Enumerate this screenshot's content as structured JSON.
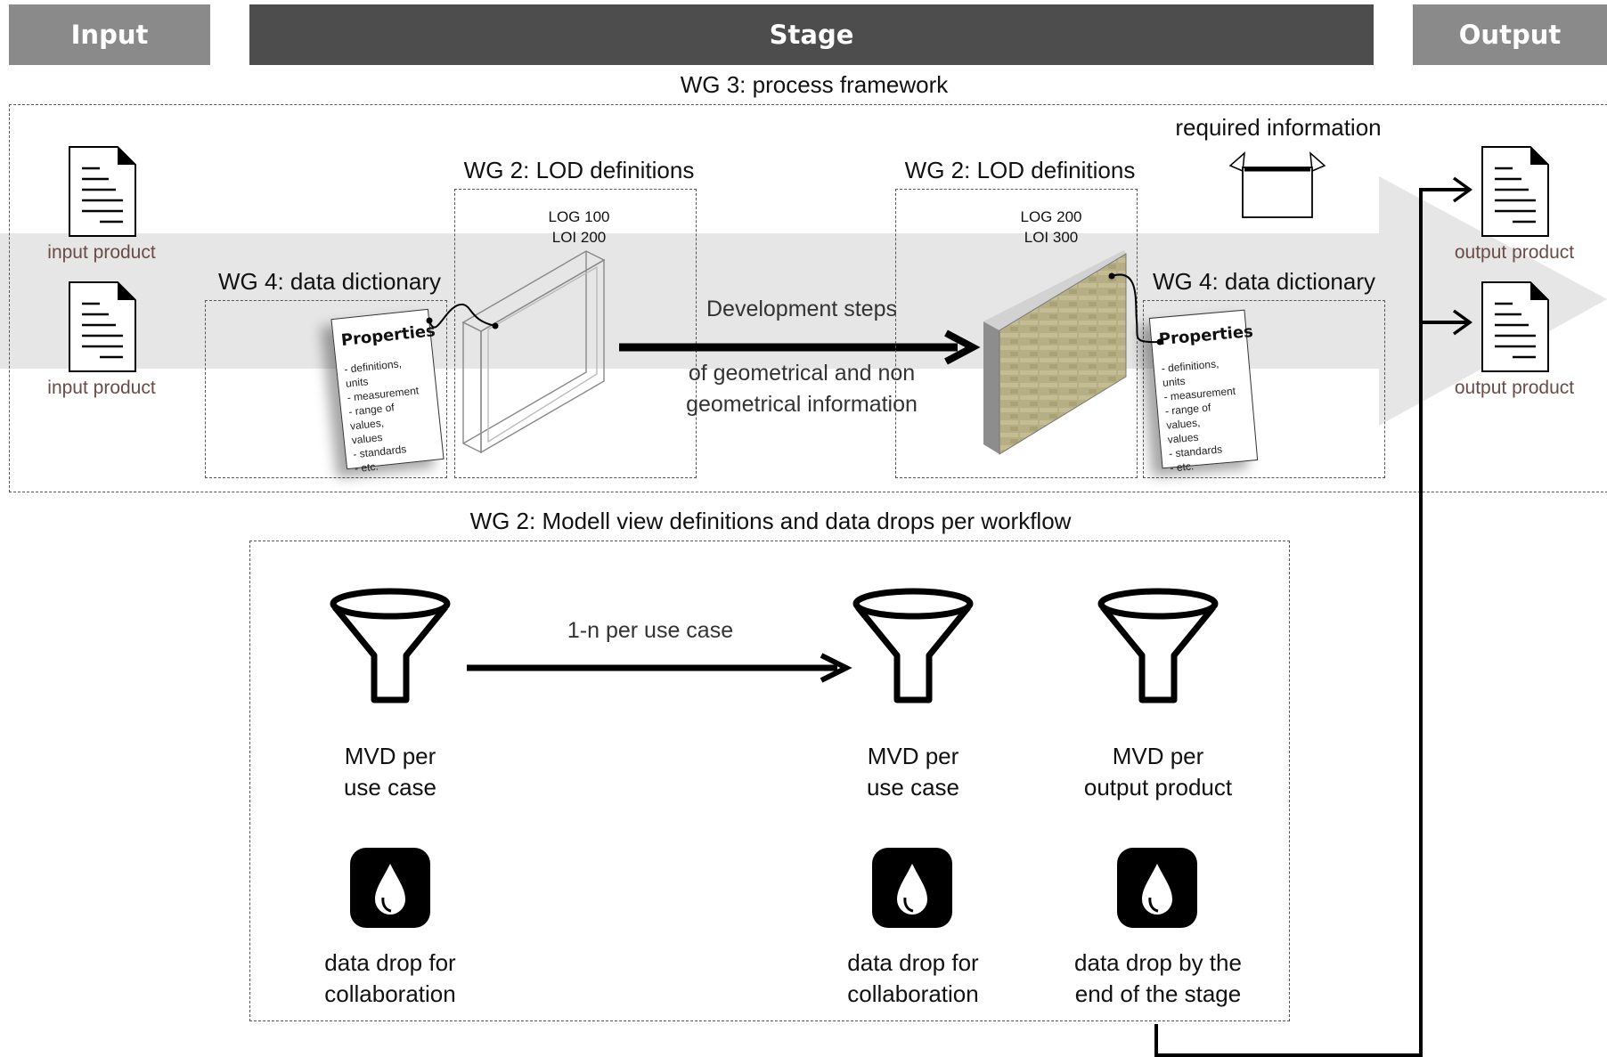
{
  "header": {
    "input": "Input",
    "stage": "Stage",
    "output": "Output"
  },
  "process": {
    "title": "WG 3: process framework",
    "required_information": "required information",
    "input_products": [
      "input product",
      "input product"
    ],
    "output_products": [
      "output product",
      "output product"
    ],
    "dict_left": {
      "title": "WG 4: data dictionary",
      "card_title": "Properties",
      "card_lines": [
        "- definitions, units",
        "- measurement",
        "- range of values,",
        "values",
        "- standards",
        "- etc."
      ]
    },
    "dict_right": {
      "title": "WG 4: data dictionary",
      "card_title": "Properties",
      "card_lines": [
        "- definitions, units",
        "- measurement",
        "- range of values,",
        "values",
        "- standards",
        "- etc."
      ]
    },
    "lod_left": {
      "title": "WG 2: LOD definitions",
      "log": "LOG 100",
      "loi": "LOI 200"
    },
    "lod_right": {
      "title": "WG 2: LOD definitions",
      "log": "LOG 200",
      "loi": "LOI 300"
    },
    "development": {
      "line1": "Development steps",
      "line2": "of geometrical and non",
      "line3": "geometrical information"
    }
  },
  "mvd": {
    "title": "WG 2: Modell view definitions and data drops per workflow",
    "arrow_label": "1-n per use case",
    "items": [
      {
        "mvd": [
          "MVD per",
          "use case"
        ],
        "drop": [
          "data drop for",
          "collaboration"
        ]
      },
      {
        "mvd": [
          "MVD per",
          "use case"
        ],
        "drop": [
          "data drop for",
          "collaboration"
        ]
      },
      {
        "mvd": [
          "MVD per",
          "output product"
        ],
        "drop": [
          "data drop by the",
          "end of the stage"
        ]
      }
    ]
  },
  "colors": {
    "input_header": "#8a8a8a",
    "stage_header": "#4d4d4d",
    "output_header": "#8a8a8a",
    "band": "#e6e6e6",
    "label_brown": "#6b4b47"
  }
}
